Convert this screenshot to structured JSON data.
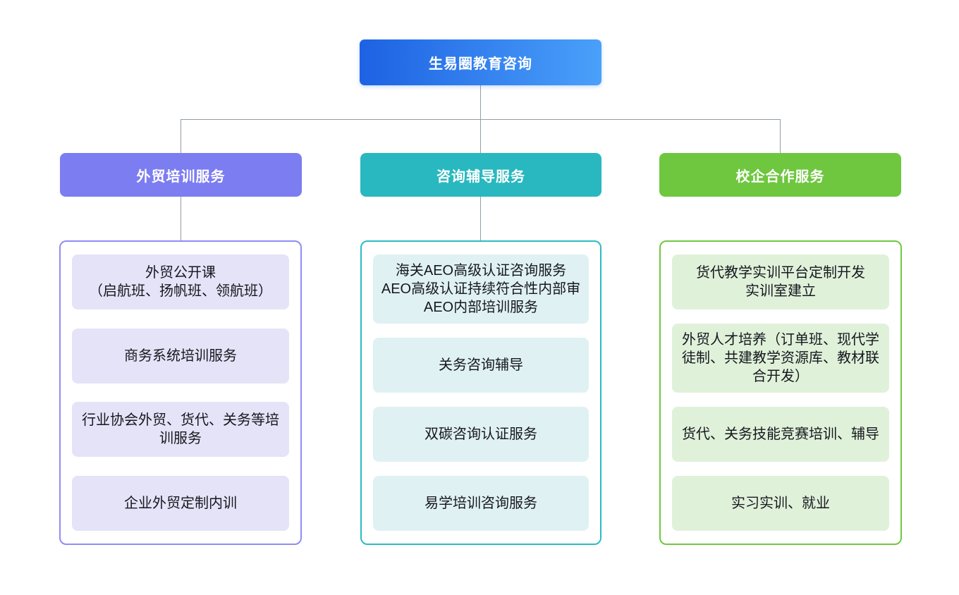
{
  "root": {
    "label": "生易圈教育咨询"
  },
  "branches": [
    {
      "label": "外贸培训服务",
      "items": [
        "外贸公开课\n（启航班、扬帆班、领航班）",
        "商务系统培训服务",
        "行业协会外贸、货代、关务等培训服务",
        "企业外贸定制内训"
      ]
    },
    {
      "label": "咨询辅导服务",
      "items": [
        "海关AEO高级认证咨询服务\nAEO高级认证持续符合性内部审\nAEO内部培训服务",
        "关务咨询辅导",
        "双碳咨询认证服务",
        "易学培训咨询服务"
      ]
    },
    {
      "label": "校企合作服务",
      "items": [
        "货代教学实训平台定制开发\n实训室建立",
        "外贸人才培养（订单班、现代学徒制、共建教学资源库、教材联合开发）",
        "货代、关务技能竞赛培训、辅导",
        "实习实训、就业"
      ]
    }
  ],
  "colors": {
    "root_gradient_start": "#1d62e3",
    "root_gradient_end": "#4aa0fa",
    "branch_trade_training": "#7c7df1",
    "branch_consulting": "#29b8bf",
    "branch_school_enterprise": "#6ec73f",
    "item_bg_trade_training": "#e5e3f8",
    "item_bg_consulting": "#e0f1f3",
    "item_bg_school_enterprise": "#e0f1da",
    "connector_line": "#929ca4"
  }
}
